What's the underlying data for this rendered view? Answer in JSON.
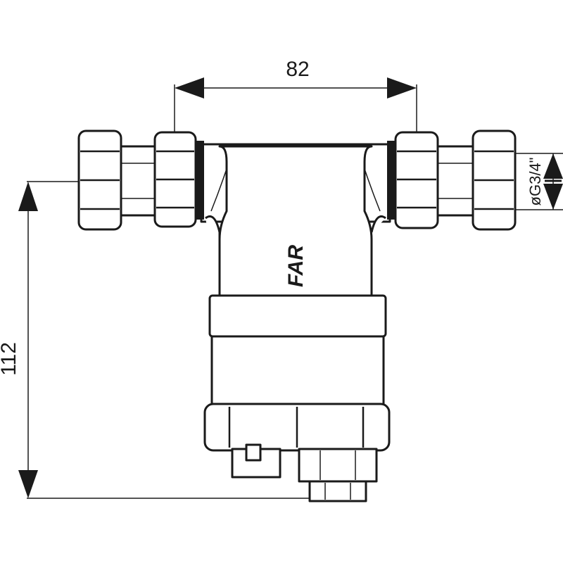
{
  "dimensions": {
    "width_label": "82",
    "height_label": "112",
    "thread_label": "øG3/4\""
  },
  "brand": "FAR",
  "colors": {
    "line": "#1a1a1a",
    "background": "#ffffff"
  }
}
